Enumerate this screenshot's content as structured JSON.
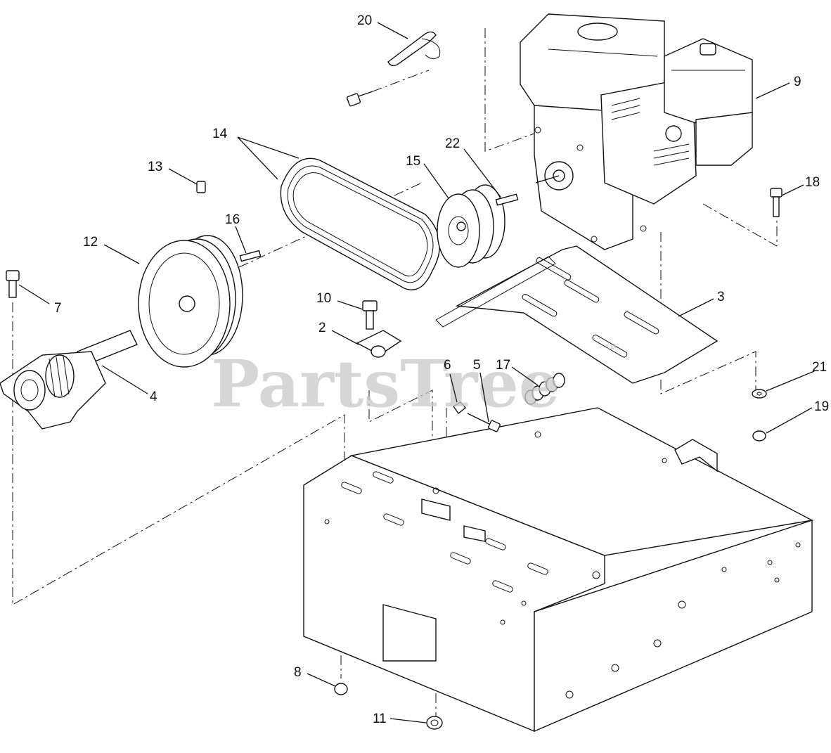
{
  "watermark": {
    "brand": "PartsTree",
    "trademark": "TM"
  },
  "callouts": [
    {
      "id": "c20",
      "text": "20"
    },
    {
      "id": "c9",
      "text": "9"
    },
    {
      "id": "c14",
      "text": "14"
    },
    {
      "id": "c22",
      "text": "22"
    },
    {
      "id": "c15",
      "text": "15"
    },
    {
      "id": "c13",
      "text": "13"
    },
    {
      "id": "c18",
      "text": "18"
    },
    {
      "id": "c16",
      "text": "16"
    },
    {
      "id": "c12",
      "text": "12"
    },
    {
      "id": "c7",
      "text": "7"
    },
    {
      "id": "c10",
      "text": "10"
    },
    {
      "id": "c3",
      "text": "3"
    },
    {
      "id": "c2",
      "text": "2"
    },
    {
      "id": "c6",
      "text": "6"
    },
    {
      "id": "c5",
      "text": "5"
    },
    {
      "id": "c17",
      "text": "17"
    },
    {
      "id": "c21",
      "text": "21"
    },
    {
      "id": "c4",
      "text": "4"
    },
    {
      "id": "c19",
      "text": "19"
    },
    {
      "id": "c8",
      "text": "8"
    },
    {
      "id": "c11",
      "text": "11"
    }
  ]
}
